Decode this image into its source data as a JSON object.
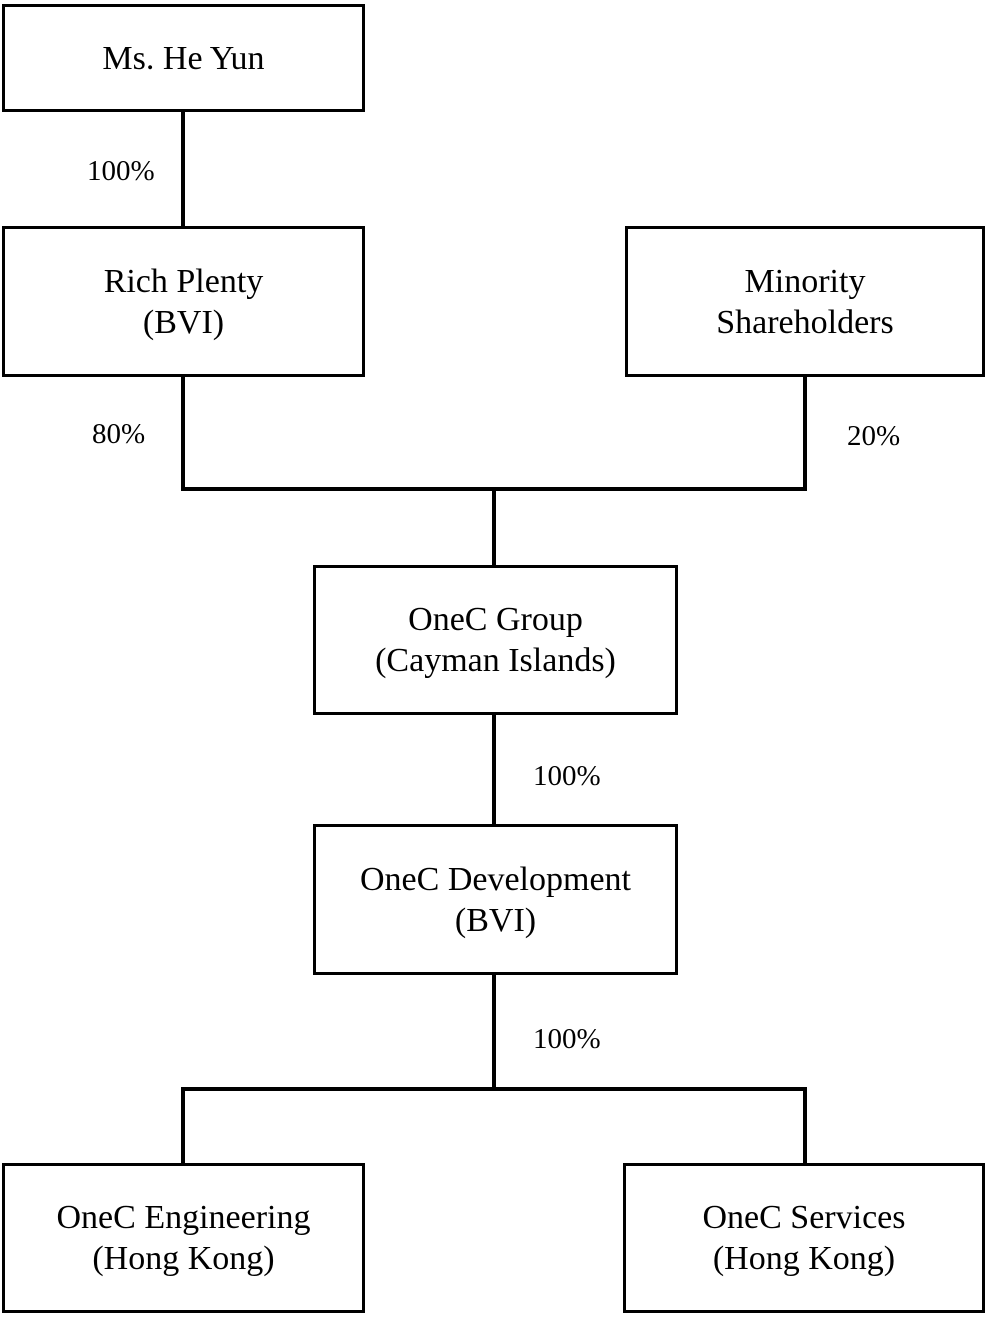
{
  "diagram": {
    "type": "org-chart",
    "colors": {
      "background": "#ffffff",
      "box_fill": "#ffffff",
      "box_border": "#000000",
      "line": "#000000",
      "text": "#000000"
    },
    "nodes": [
      {
        "id": "ms-he-yun",
        "line1": "Ms. He Yun",
        "line2": ""
      },
      {
        "id": "rich-plenty",
        "line1": "Rich Plenty",
        "line2": "(BVI)"
      },
      {
        "id": "minority-shareholders",
        "line1": "Minority",
        "line2": "Shareholders"
      },
      {
        "id": "onec-group",
        "line1": "OneC Group",
        "line2": "(Cayman Islands)"
      },
      {
        "id": "onec-development",
        "line1": "OneC Development",
        "line2": "(BVI)"
      },
      {
        "id": "onec-engineering",
        "line1": "OneC Engineering",
        "line2": "(Hong Kong)"
      },
      {
        "id": "onec-services",
        "line1": "OneC Services",
        "line2": "(Hong Kong)"
      }
    ],
    "edges": [
      {
        "from": "Ms. He Yun",
        "to": "Rich Plenty (BVI)",
        "label": "100%"
      },
      {
        "from": "Rich Plenty (BVI)",
        "to": "OneC Group (Cayman Islands)",
        "label": "80%"
      },
      {
        "from": "Minority Shareholders",
        "to": "OneC Group (Cayman Islands)",
        "label": "20%"
      },
      {
        "from": "OneC Group (Cayman Islands)",
        "to": "OneC Development (BVI)",
        "label": "100%"
      },
      {
        "from": "OneC Development (BVI)",
        "to": "OneC Engineering (Hong Kong) and OneC Services (Hong Kong)",
        "label": "100%"
      }
    ]
  }
}
